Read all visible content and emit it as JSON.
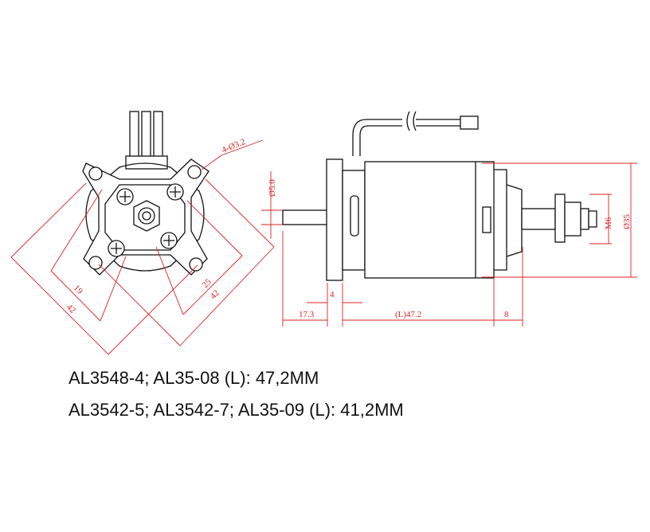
{
  "dimensions": {
    "holes": "4-Ø3.2",
    "shaft_dia": "Ø5.0",
    "spacing_19": "19",
    "spacing_25": "25",
    "diag_42_left": "42",
    "diag_42_right": "42",
    "thread": "M6",
    "body_dia": "Ø35",
    "shaft_len": "17.3",
    "flange": "4",
    "body_len": "(L)47.2",
    "nose": "8"
  },
  "captions": {
    "line1": "AL3548-4; AL35-08 (L): 47,2MM",
    "line2": "AL3542-5; AL3542-7; AL35-09 (L): 41,2MM"
  },
  "colors": {
    "dimension": "#d22222",
    "line": "#111111"
  }
}
